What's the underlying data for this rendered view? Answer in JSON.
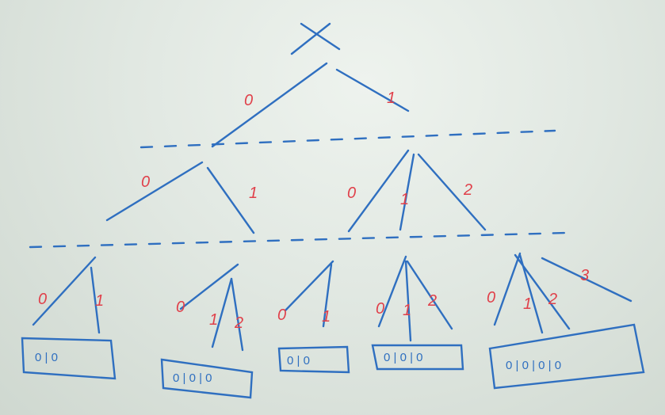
{
  "root": {
    "mark": "X"
  },
  "level1": {
    "edges": [
      "0",
      "1"
    ]
  },
  "level2": {
    "left_edges": [
      "0",
      "1"
    ],
    "right_edges": [
      "0",
      "1",
      "2"
    ]
  },
  "level3": {
    "group1_edges": [
      "0",
      "1"
    ],
    "group2_edges": [
      "0",
      "1",
      "2"
    ],
    "group3_edges": [
      "0",
      "1"
    ],
    "group4_edges": [
      "0",
      "1",
      "2"
    ],
    "group5_edges": [
      "0",
      "1",
      "2",
      "3"
    ]
  },
  "leaves": {
    "box1": "0 | 0",
    "box2": "0 | 0 | 0",
    "box3": "0 | 0",
    "box4": "0 | 0 | 0",
    "box5": "0 | 0 | 0 | 0"
  },
  "colors": {
    "marker_blue": "#2f6fc0",
    "marker_red": "#e0404a",
    "board": "#e1e8e2"
  }
}
